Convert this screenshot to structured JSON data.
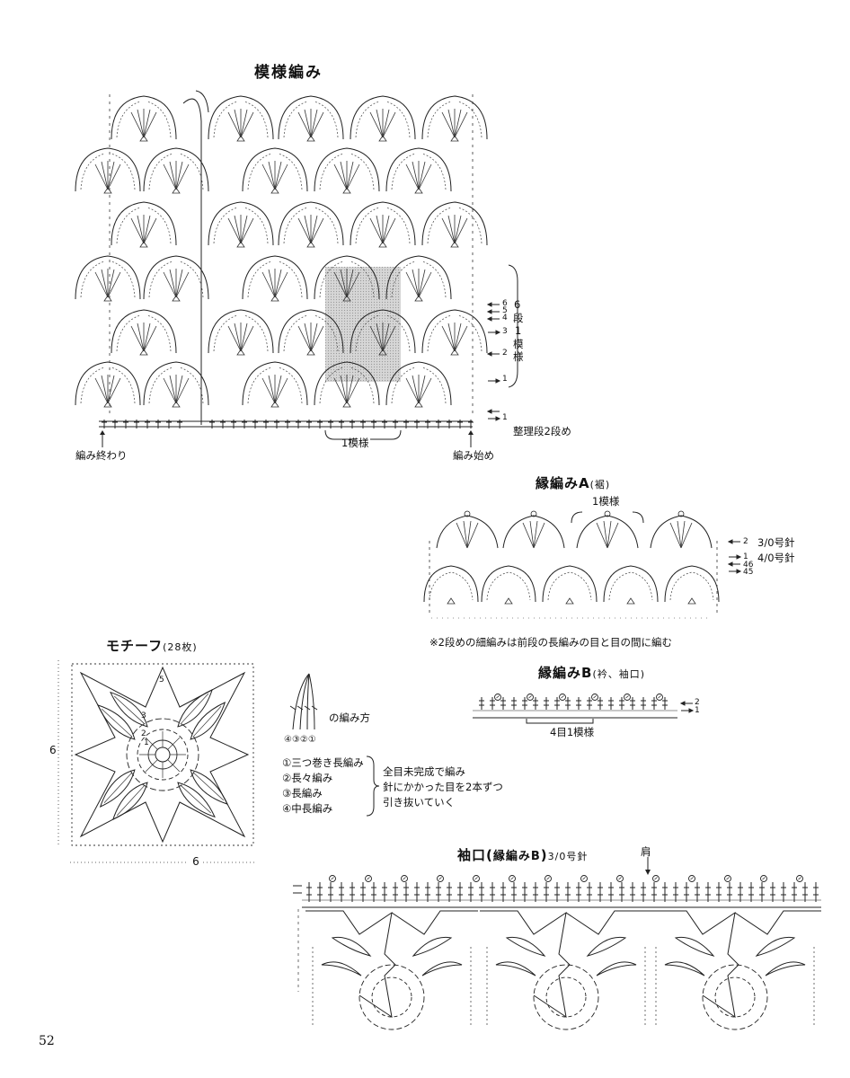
{
  "pattern": {
    "title": "模様編み",
    "row_marks": [
      "6",
      "5",
      "4",
      "3",
      "2",
      "1",
      "1"
    ],
    "bracket_label_chars": [
      "6",
      "段",
      "1",
      "模",
      "様"
    ],
    "repeat_label": "1模様",
    "finishing_rows": "整理段2段め",
    "end_label": "編み終わり",
    "start_label": "編み始め"
  },
  "edge_a": {
    "title": "縁編みA",
    "sub": "(裾)",
    "repeat_label": "1模様",
    "rows": [
      {
        "mark": "2",
        "label": "3/0号針"
      },
      {
        "mark": "1",
        "label": "4/0号針"
      },
      {
        "mark": "46",
        "label": ""
      },
      {
        "mark": "45",
        "label": ""
      }
    ],
    "note": "※2段めの細編みは前段の長編みの目と目の間に編む"
  },
  "motif": {
    "title": "モチーフ",
    "sub": "(28枚)",
    "height_label": "6",
    "width_label": "6",
    "round_marks": [
      "5",
      "3",
      "2",
      "1"
    ]
  },
  "legend": {
    "symbol_caption": "の編み方",
    "symbol_numbers": "④③②①",
    "items": [
      "①三つ巻き長編み",
      "②長々編み",
      "③長編み",
      "④中長編み"
    ],
    "notes": [
      "全目未完成で編み",
      "針にかかった目を2本ずつ",
      "引き抜いていく"
    ]
  },
  "edge_b": {
    "title": "縁編みB",
    "sub": "(衿、袖口)",
    "row_marks": [
      "2",
      "1"
    ],
    "repeat_label": "4目1模様"
  },
  "cuff": {
    "title": "袖口",
    "title_paren_open": "(",
    "title_inner": "縁編みB",
    "title_paren_close": ")",
    "needle": "3/0号針",
    "shoulder_label": "肩"
  },
  "page_number": "52"
}
